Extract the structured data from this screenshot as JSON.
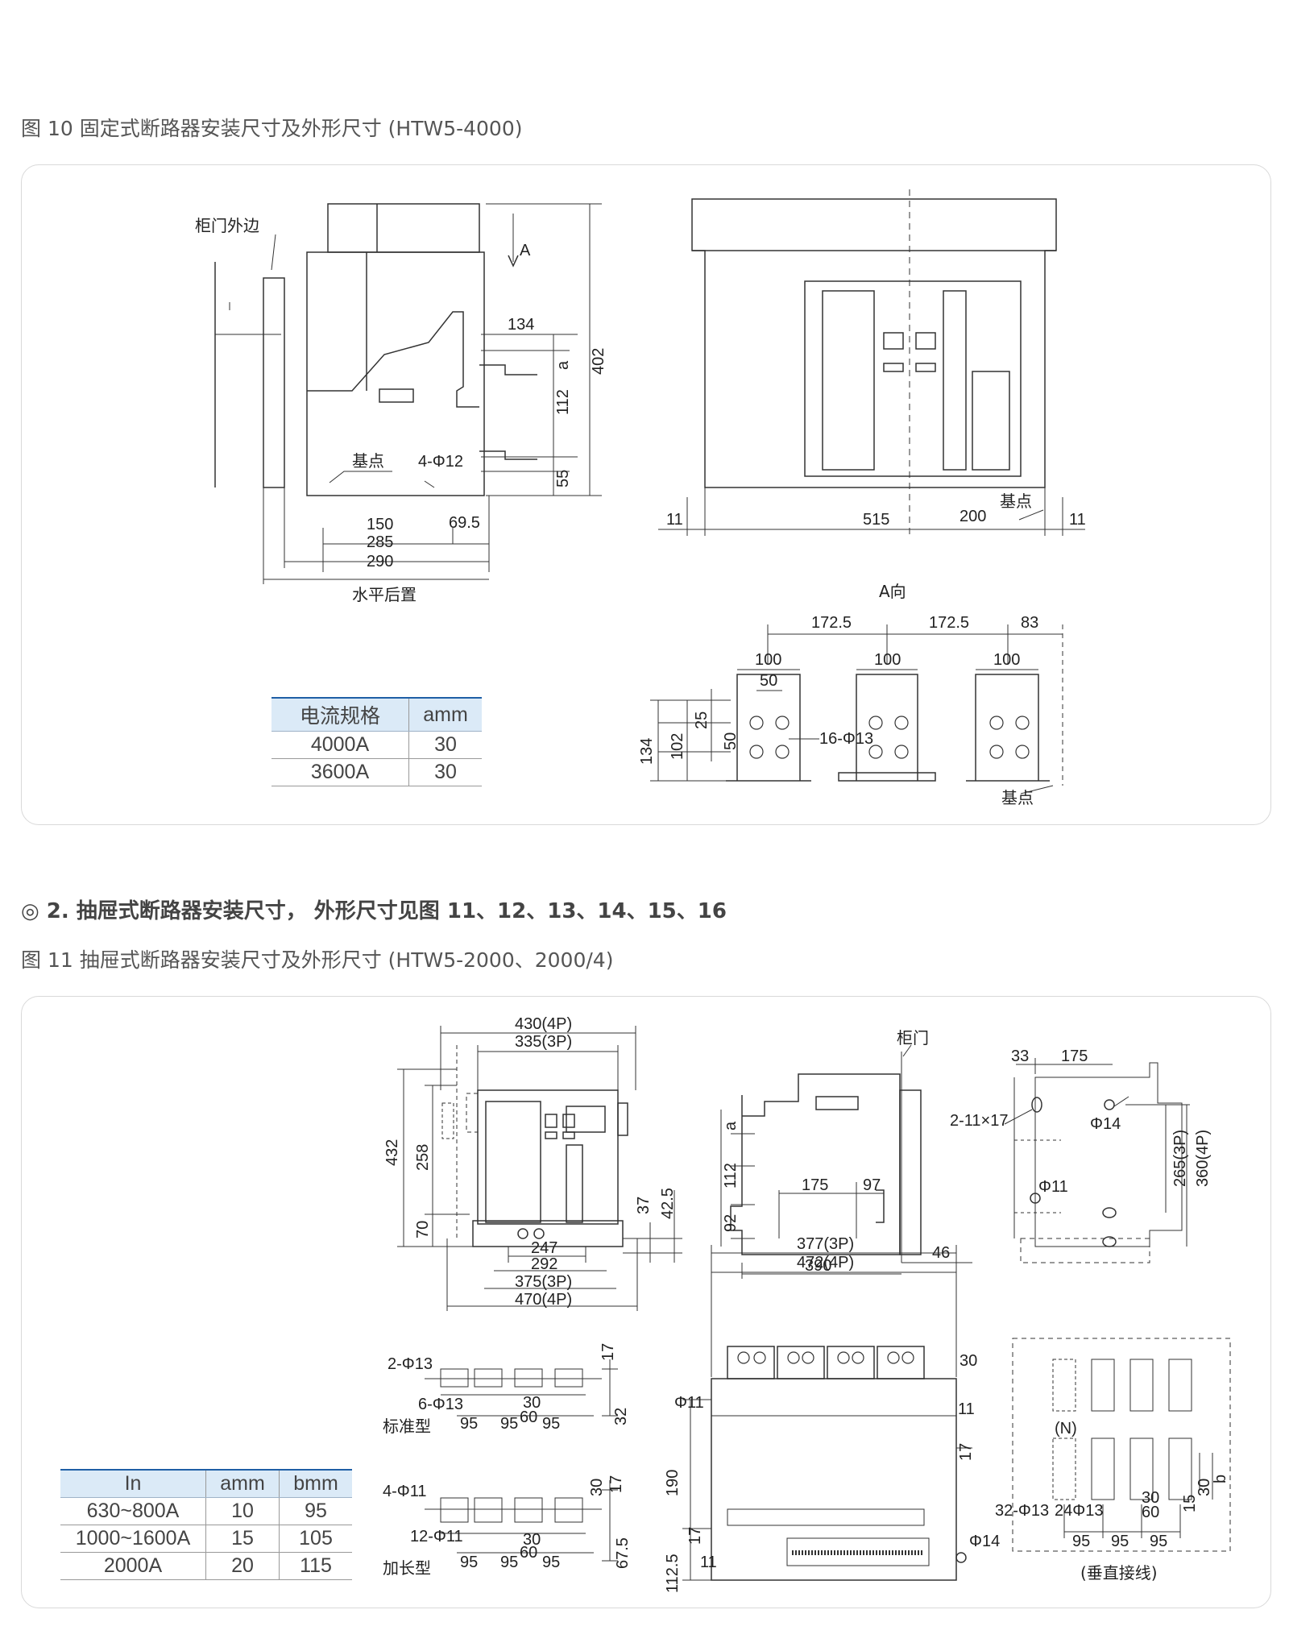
{
  "fig10": {
    "caption": "图 10 固定式断路器安装尺寸及外形尺寸 (HTW5-4000)",
    "side_view": {
      "label_door": "柜门外边",
      "label_A": "A",
      "label_base": "基点",
      "label_holes": "4-Φ12",
      "title": "水平后置",
      "dims": [
        "134",
        "a",
        "402",
        "112",
        "55",
        "150",
        "69.5",
        "285",
        "290"
      ]
    },
    "a_view": {
      "title": "A向",
      "label_base": "基点",
      "dims": [
        "11",
        "515",
        "200",
        "11"
      ]
    },
    "terminal_view": {
      "label_base": "基点",
      "label_holes": "16-Φ13",
      "dims": [
        "172.5",
        "172.5",
        "83",
        "100",
        "100",
        "100",
        "50",
        "25",
        "134",
        "102",
        "50"
      ]
    },
    "table": {
      "headers": [
        "电流规格",
        "amm"
      ],
      "rows": [
        [
          "4000A",
          "30"
        ],
        [
          "3600A",
          "30"
        ]
      ]
    }
  },
  "section2": {
    "heading": "◎ 2. 抽屉式断路器安装尺寸， 外形尺寸见图 11、12、13、14、15、16"
  },
  "fig11": {
    "caption": "图 11 抽屉式断路器安装尺寸及外形尺寸 (HTW5-2000、2000/4)",
    "front_view": {
      "dims": [
        "430(4P)",
        "335(3P)",
        "432",
        "258",
        "70",
        "37",
        "42.5",
        "247",
        "292",
        "375(3P)",
        "470(4P)"
      ]
    },
    "side_view": {
      "label_door": "柜门",
      "dims": [
        "a",
        "112",
        "92",
        "175",
        "97",
        "390",
        "46"
      ]
    },
    "mount_view": {
      "dims": [
        "33",
        "175",
        "2-11×17",
        "Φ14",
        "Φ11",
        "265(3P)",
        "360(4P)"
      ]
    },
    "standard_terminal": {
      "title": "标准型",
      "dims": [
        "2-Φ13",
        "6-Φ13",
        "17",
        "30",
        "60",
        "95",
        "95",
        "95",
        "32"
      ]
    },
    "extended_terminal": {
      "title": "加长型",
      "dims": [
        "4-Φ11",
        "12-Φ11",
        "30",
        "17",
        "30",
        "60",
        "95",
        "95",
        "95",
        "67.5"
      ]
    },
    "bottom_view": {
      "dims": [
        "377(3P)",
        "472(4P)",
        "30",
        "11",
        "Φ11",
        "190",
        "17",
        "11",
        "17",
        "112.5",
        "Φ14"
      ]
    },
    "vertical_wiring": {
      "title": "(垂直接线)",
      "label_n": "(N)",
      "dims": [
        "32-Φ13",
        "24Φ13",
        "30",
        "60",
        "15",
        "30",
        "b",
        "95",
        "95",
        "95"
      ]
    },
    "table": {
      "headers": [
        "In",
        "amm",
        "bmm"
      ],
      "rows": [
        [
          "630~800A",
          "10",
          "95"
        ],
        [
          "1000~1600A",
          "15",
          "105"
        ],
        [
          "2000A",
          "20",
          "115"
        ]
      ]
    }
  }
}
